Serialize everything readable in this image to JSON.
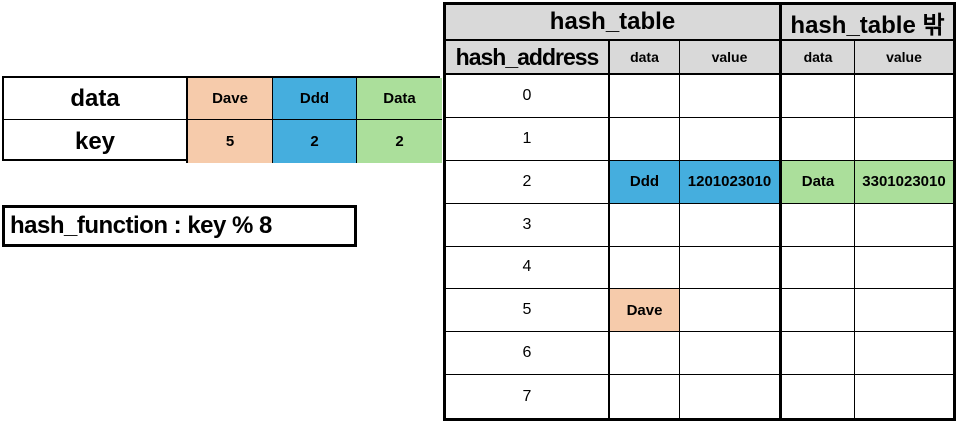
{
  "colors": {
    "peach": "#F6CBAB",
    "blue": "#45AEDE",
    "green": "#ABDF9B",
    "header_gray": "#D9D9D9",
    "border": "#000000"
  },
  "input_table": {
    "rows": [
      {
        "label": "data",
        "cells": [
          {
            "text": "Dave"
          },
          {
            "text": "Ddd"
          },
          {
            "text": "Data"
          }
        ]
      },
      {
        "label": "key",
        "cells": [
          {
            "text": "5"
          },
          {
            "text": "2"
          },
          {
            "text": "2"
          }
        ]
      }
    ]
  },
  "hash_function": {
    "label": "hash_function : key % 8"
  },
  "hash_table": {
    "title": "hash_table",
    "outside_title": "hash_table 밖",
    "address_header": "hash_address",
    "col_headers": [
      "data",
      "value",
      "data",
      "value"
    ],
    "rows": [
      {
        "address": "0",
        "data": "",
        "value": "",
        "out_data": "",
        "out_value": ""
      },
      {
        "address": "1",
        "data": "",
        "value": "",
        "out_data": "",
        "out_value": ""
      },
      {
        "address": "2",
        "data": "Ddd",
        "value": "1201023010",
        "out_data": "Data",
        "out_value": "3301023010"
      },
      {
        "address": "3",
        "data": "",
        "value": "",
        "out_data": "",
        "out_value": ""
      },
      {
        "address": "4",
        "data": "",
        "value": "",
        "out_data": "",
        "out_value": ""
      },
      {
        "address": "5",
        "data": "Dave",
        "value": "",
        "out_data": "",
        "out_value": ""
      },
      {
        "address": "6",
        "data": "",
        "value": "",
        "out_data": "",
        "out_value": ""
      },
      {
        "address": "7",
        "data": "",
        "value": "",
        "out_data": "",
        "out_value": ""
      }
    ]
  }
}
